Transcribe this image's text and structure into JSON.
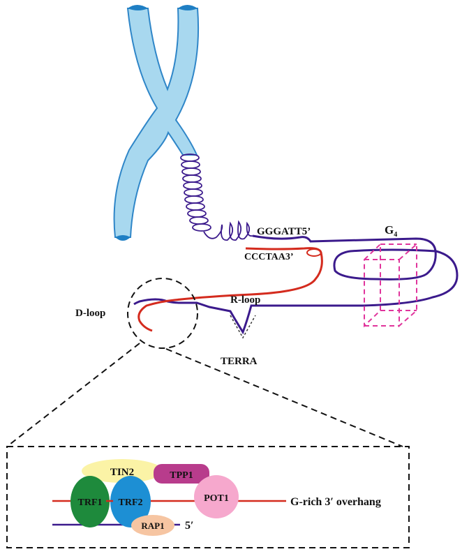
{
  "labels": {
    "g_strand_end": "GGGATT5’",
    "c_strand_end": "CCCTAA3’",
    "g4": "G",
    "g4_sub": "4",
    "d_loop": "D-loop",
    "r_loop": "R-loop",
    "terra": "TERRA",
    "overhang": "G-rich 3′ overhang",
    "five_prime": "5′"
  },
  "proteins": {
    "tin2": "TIN2",
    "tpp1": "TPP1",
    "pot1": "POT1",
    "trf1": "TRF1",
    "trf2": "TRF2",
    "rap1": "RAP1"
  },
  "colors": {
    "chromosome_fill": "#a8d8ef",
    "chromosome_stroke": "#2f86c8",
    "chromosome_tip": "#1f7fc4",
    "g_strand": "#3b1a8c",
    "c_strand": "#d42b1e",
    "g_quadruplex": "#e0359c",
    "tin2": "#fbf3a6",
    "tpp1": "#b83c8c",
    "pot1": "#f6a8cd",
    "trf1": "#1e8a3c",
    "trf2": "#1d8fd4",
    "rap1": "#f6c5a2"
  }
}
